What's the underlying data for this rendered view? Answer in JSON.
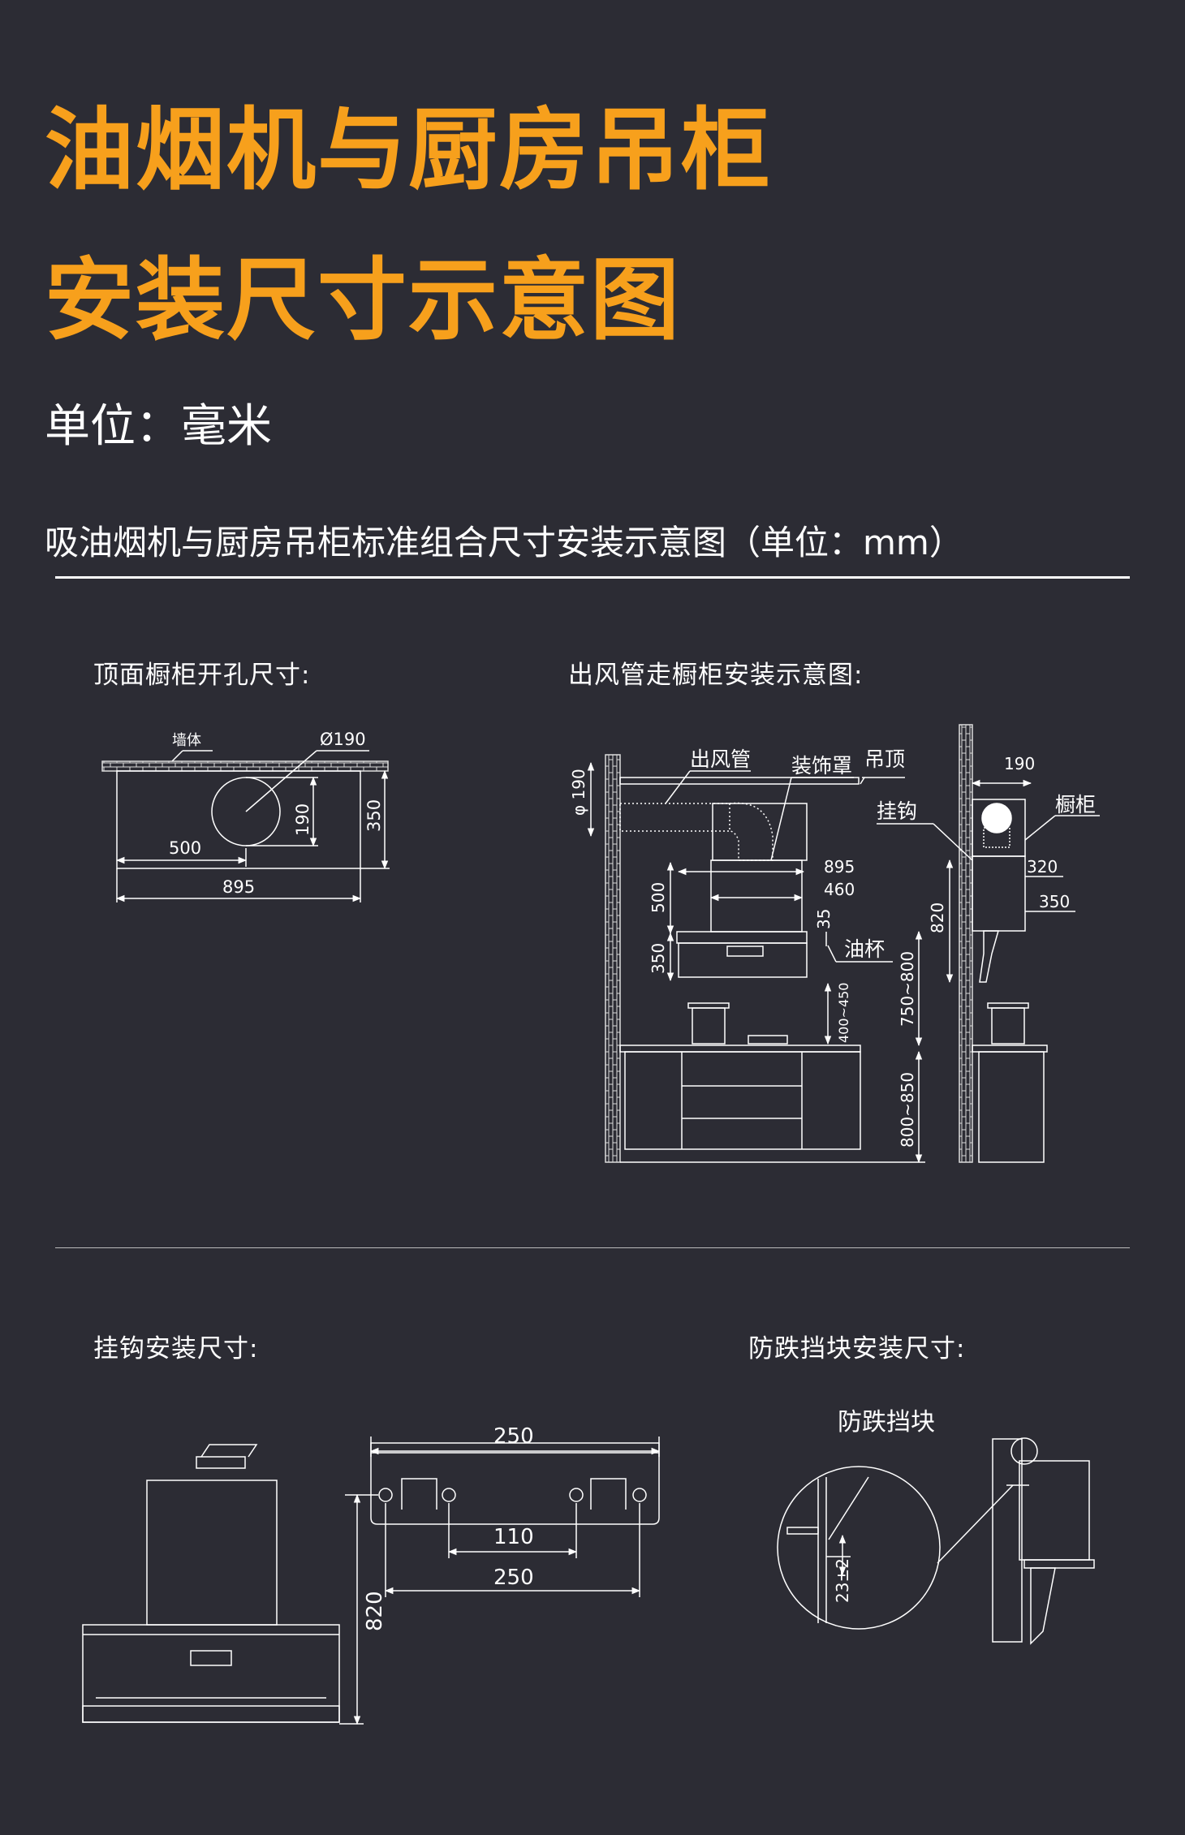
{
  "header": {
    "title_line1": "油烟机与厨房吊柜",
    "title_line2": "安装尺寸示意图",
    "unit": "单位：毫米",
    "subtitle": "吸油烟机与厨房吊柜标准组合尺寸安装示意图（单位：mm）"
  },
  "accent_color": "#f7a01c",
  "background_color": "#2c2c34",
  "panel_top": {
    "heading": "顶面橱柜开孔尺寸:",
    "wall_label": "墙体",
    "hole_label": "Ø190",
    "dim_500": "500",
    "dim_895": "895",
    "dim_190": "190",
    "dim_350": "350"
  },
  "panel_duct": {
    "heading": "出风管走橱柜安装示意图:",
    "phi190": "φ 190",
    "duct_label": "出风管",
    "cover_label": "装饰罩",
    "ceiling_label": "吊顶",
    "hook_label": "挂钩",
    "cabinet_label": "橱柜",
    "oil_cup_label": "油杯",
    "dim_895": "895",
    "dim_460": "460",
    "dim_35": "35",
    "dim_500": "500",
    "dim_350": "350",
    "dim_400_450": "400~450",
    "dim_750_800": "750~800",
    "dim_800_850": "800~850",
    "dim_820": "820",
    "dim_190": "190",
    "dim_320": "320",
    "dim_350b": "350"
  },
  "panel_hook": {
    "heading": "挂钩安装尺寸:",
    "dim_250_top": "250",
    "dim_110": "110",
    "dim_250_bottom": "250",
    "dim_820": "820"
  },
  "panel_stopper": {
    "heading": "防跌挡块安装尺寸:",
    "stopper_label": "防跌挡块",
    "dim_23": "23±2"
  }
}
